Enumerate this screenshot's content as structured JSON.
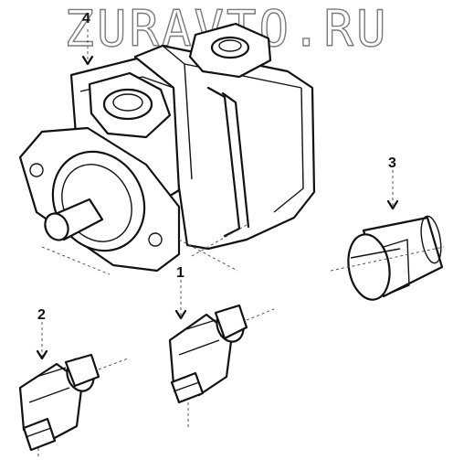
{
  "watermark": {
    "text": "ZURAVTO.RU"
  },
  "callouts": [
    {
      "id": "1",
      "label": "1"
    },
    {
      "id": "2",
      "label": "2"
    },
    {
      "id": "3",
      "label": "3"
    },
    {
      "id": "4",
      "label": "4"
    }
  ],
  "parts": [
    {
      "callout": "4",
      "name": "pump-assembly"
    },
    {
      "callout": "1",
      "name": "elbow-fitting"
    },
    {
      "callout": "2",
      "name": "elbow-fitting"
    },
    {
      "callout": "3",
      "name": "coupling"
    }
  ]
}
